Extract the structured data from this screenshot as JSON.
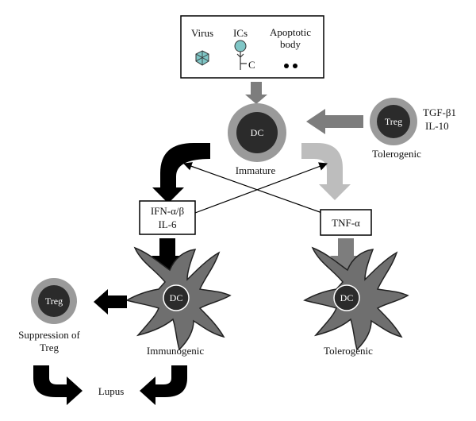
{
  "stimuli": {
    "virus": "Virus",
    "ics": "ICs",
    "ic_complement": "C",
    "apoptotic_line1": "Apoptotic",
    "apoptotic_line2": "body"
  },
  "dc_center": {
    "label": "DC",
    "caption": "Immature"
  },
  "treg_right": {
    "label": "Treg",
    "caption": "Tolerogenic",
    "cytokine1": "TGF-β1",
    "cytokine2": "IL-10"
  },
  "box_ifn": {
    "line1": "IFN-α/β",
    "line2": "IL-6"
  },
  "box_tnf": {
    "line1": "TNF-α"
  },
  "dc_left": {
    "label": "DC",
    "caption": "Immunogenic"
  },
  "dc_right": {
    "label": "DC",
    "caption": "Tolerogenic"
  },
  "treg_left": {
    "label": "Treg",
    "caption1": "Suppression of",
    "caption2": "Treg"
  },
  "outcome": "Lupus",
  "colors": {
    "cell_ring": "#9a9a9a",
    "cell_core": "#2b2b2b",
    "dc_body": "#6f6f6f",
    "arrow_dark": "#000000",
    "arrow_mid": "#7d7d7d",
    "arrow_light": "#bdbdbd",
    "icon_teal": "#7fc6c6"
  }
}
